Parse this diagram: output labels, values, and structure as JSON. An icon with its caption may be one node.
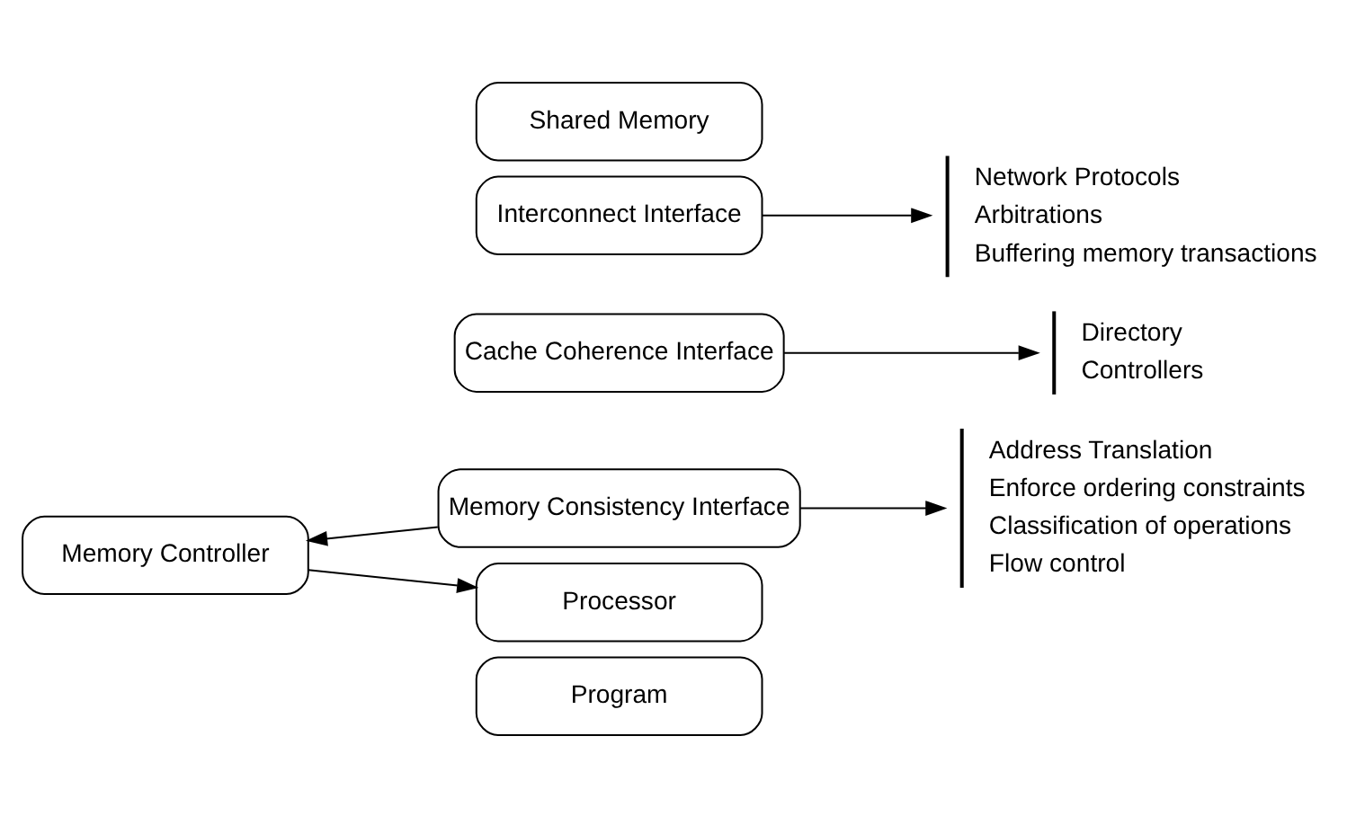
{
  "diagram": {
    "nodes": [
      {
        "text": [
          "Program"
        ]
      },
      {
        "text": [
          "Processor"
        ]
      },
      {
        "text": [
          "Memory Consistency Interface"
        ]
      },
      {
        "text": [
          "Cache Coherence Interface"
        ]
      },
      {
        "text": [
          "Interconnect Interface"
        ]
      },
      {
        "text": [
          "Shared Memory"
        ]
      },
      {
        "text": [
          "Memory Controller"
        ]
      },
      {
        "text": [
          "Address Translation",
          "Enforce ordering constraints",
          "Classification of operations",
          "Flow control"
        ]
      },
      {
        "text": [
          "Directory",
          "Controllers"
        ]
      },
      {
        "text": [
          "Network Protocols",
          "Arbitrations",
          "Buffering memory transactions"
        ]
      }
    ],
    "edges": [
      {
        "from": 6,
        "to": 1,
        "arrow": "to"
      },
      {
        "from": 2,
        "to": 6,
        "arrow": "to"
      },
      {
        "from": 2,
        "to": 7,
        "arrow": "to"
      },
      {
        "from": 3,
        "to": 8,
        "arrow": "to"
      },
      {
        "from": 4,
        "to": 9,
        "arrow": "to"
      }
    ]
  }
}
